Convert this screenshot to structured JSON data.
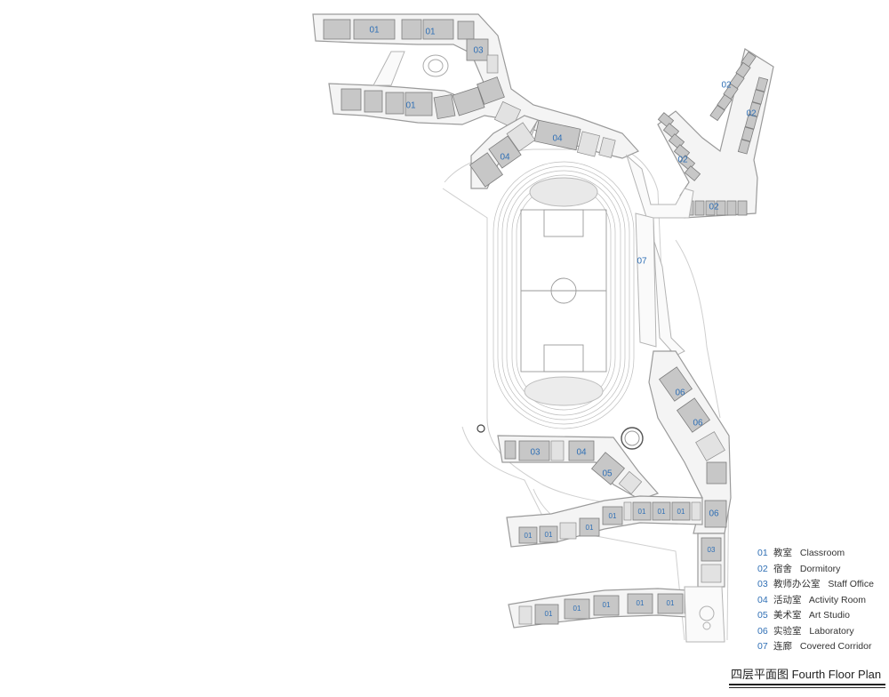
{
  "title": "四层平面图  Fourth Floor Plan",
  "legend": [
    {
      "code": "01",
      "cn": "教室",
      "en": "Classroom"
    },
    {
      "code": "02",
      "cn": "宿舍",
      "en": "Dormitory"
    },
    {
      "code": "03",
      "cn": "教师办公室",
      "en": "Staff Office"
    },
    {
      "code": "04",
      "cn": "活动室",
      "en": "Activity Room"
    },
    {
      "code": "05",
      "cn": "美术室",
      "en": "Art Studio"
    },
    {
      "code": "06",
      "cn": "实验室",
      "en": "Laboratory"
    },
    {
      "code": "07",
      "cn": "连廊",
      "en": "Covered Corridor"
    }
  ],
  "room_labels": {
    "nw_01a": "01",
    "nw_01b": "01",
    "nw_03": "03",
    "nw_01c": "01",
    "mid_04a": "04",
    "mid_04b": "04",
    "dorm_02a": "02",
    "dorm_02b": "02",
    "dorm_02c": "02",
    "dorm_02d": "02",
    "corr_07": "07",
    "s_06a": "06",
    "s_06b": "06",
    "s_06c": "06",
    "s_03a": "03",
    "s_04": "04",
    "s_05": "05",
    "s_01a": "01",
    "s_01b": "01",
    "s_01c": "01",
    "s_01d": "01",
    "s_01e": "01",
    "s_01f": "01",
    "s_01g": "01",
    "s_03b": "03",
    "s_01h": "01",
    "s_01i": "01",
    "s_01j": "01",
    "s_01k": "01",
    "s_01l": "01"
  },
  "colors": {
    "accent": "#2f6fb5",
    "room": "#c7c7c7",
    "outline": "#9a9a9a"
  }
}
